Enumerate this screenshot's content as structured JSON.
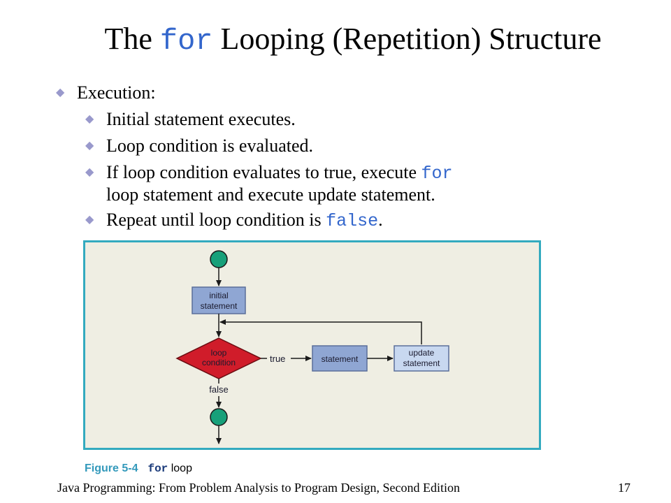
{
  "title": {
    "before": "The ",
    "code": "for",
    "after": " Looping (Repetition) Structure"
  },
  "bullets": [
    {
      "text": "Execution:"
    },
    {
      "text": "Initial statement executes."
    },
    {
      "text": "Loop condition is evaluated."
    },
    {
      "line1_before": "If loop condition evaluates to true, execute ",
      "line1_code": "for",
      "line2": "loop statement and execute update statement."
    },
    {
      "before": "Repeat until loop condition is ",
      "code": "false",
      "after": "."
    }
  ],
  "flowchart": {
    "initial_line1": "initial",
    "initial_line2": "statement",
    "condition_line1": "loop",
    "condition_line2": "condition",
    "true_label": "true",
    "false_label": "false",
    "statement": "statement",
    "update_line1": "update",
    "update_line2": "statement"
  },
  "caption": {
    "figure": "Figure 5-4",
    "code": "for",
    "text": " loop"
  },
  "footer": "Java Programming: From Problem Analysis to Program Design, Second Edition",
  "page_number": "17",
  "colors": {
    "terminal": "#17a07a",
    "process": "#8fa6d3",
    "decision": "#d01c2a",
    "update": "#c8d8f0",
    "frame": "#33aabf",
    "figure_bg": "#efeee3"
  }
}
